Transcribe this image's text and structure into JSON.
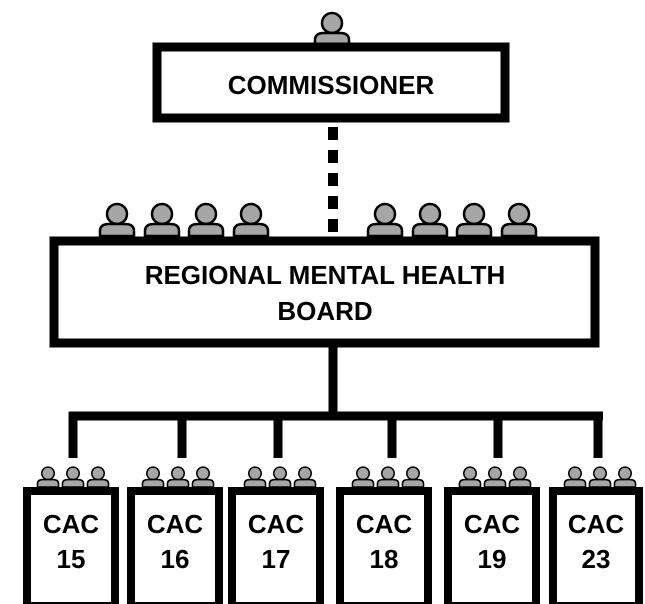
{
  "colors": {
    "line": "#000000",
    "box_fill": "#ffffff",
    "person_fill": "#a6a6a6"
  },
  "icons": {
    "person": "person-icon"
  },
  "top": {
    "label": "COMMISSIONER"
  },
  "board": {
    "line1": "REGIONAL MENTAL HEALTH",
    "line2": "BOARD"
  },
  "cacs": [
    {
      "line1": "CAC",
      "line2": "15"
    },
    {
      "line1": "CAC",
      "line2": "16"
    },
    {
      "line1": "CAC",
      "line2": "17"
    },
    {
      "line1": "CAC",
      "line2": "18"
    },
    {
      "line1": "CAC",
      "line2": "19"
    },
    {
      "line1": "CAC",
      "line2": "23"
    }
  ]
}
